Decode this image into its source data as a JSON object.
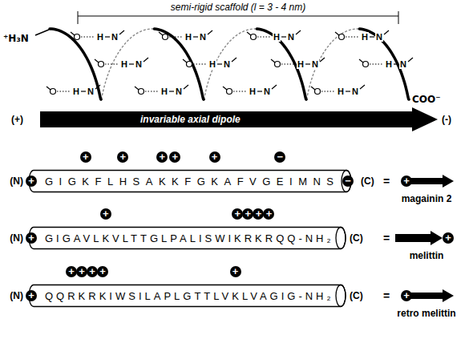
{
  "diagram": {
    "nodes": [
      {
        "text": [
          "invariable axial dipole"
        ]
      },
      {
        "text": [
          "GIGKFLHSAKKFGKAFVGEIMNS"
        ]
      },
      {
        "text": [
          "GIGAVLKVLTTGLPALISWIKRKRQQ-NH₂"
        ]
      },
      {
        "text": [
          "QQRKRKIWSILAPLGTTLVKLVAGIG-NH₂"
        ]
      }
    ],
    "labels": [
      "semi-rigid scaffold (l = 3 - 4 nm)",
      "⁺H₃N",
      "H",
      "N",
      "H",
      "N",
      "H",
      "N",
      "H",
      "N",
      "H",
      "N",
      "H",
      "N",
      "H",
      "N",
      "H",
      "N",
      "H",
      "N",
      "H",
      "N",
      "H",
      "N",
      "H",
      "N",
      "COO⁻",
      "(+)",
      "(-)",
      "+",
      "+",
      "+",
      "+",
      "+",
      "−",
      "(N)",
      "+",
      "(C)",
      "−",
      "=",
      "+",
      "magainin 2",
      "+",
      "+",
      "+",
      "+",
      "+",
      "(N)",
      "+",
      "(C)",
      "=",
      "+",
      "melittin",
      "+",
      "+",
      "+",
      "+",
      "+",
      "(N)",
      "+",
      "(C)",
      "=",
      "+",
      "retro melittin"
    ]
  }
}
